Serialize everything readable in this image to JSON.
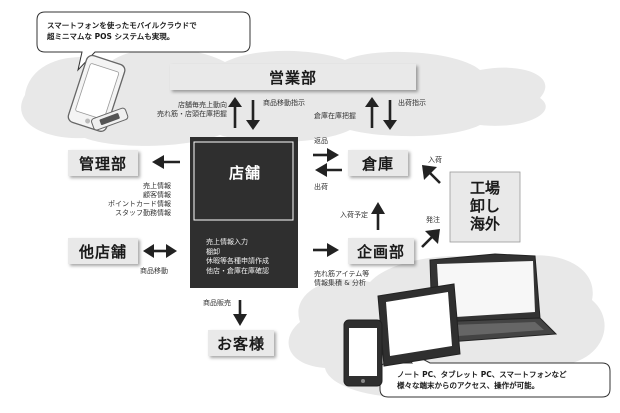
{
  "top_bubble": {
    "line1": "スマートフォンを使ったモバイルクラウドで",
    "line2": "超ミニマムな POS システムも実現。"
  },
  "bottom_bubble": {
    "line1": "ノート PC、タブレット PC、スマートフォンなど",
    "line2": "様々な端末からのアクセス、操作が可能。"
  },
  "boxes": {
    "sales_dept": "営業部",
    "management_dept": "管理部",
    "other_stores": "他店舗",
    "warehouse": "倉庫",
    "planning_dept": "企画部",
    "customers": "お客様",
    "store": "店舗",
    "factory": [
      "工場",
      "卸し",
      "海外"
    ]
  },
  "store_lines": [
    "売上情報入力",
    "棚卸",
    "休暇等各種申請作成",
    "他店・倉庫在庫確認"
  ],
  "labels": {
    "sales_left": [
      "店舗毎売上動向",
      "売れ筋・店頭在庫把握"
    ],
    "sales_right": "商品移動指示",
    "warehouse_stock": "倉庫在庫把握",
    "shipping_instruction": "出荷指示",
    "management_info": [
      "売上情報",
      "顧客情報",
      "ポイントカード情報",
      "スタッフ勤務情報"
    ],
    "product_move": "商品移動",
    "returns": "返品",
    "ship": "出荷",
    "arrival": "入荷",
    "arrival_plan": "入荷予定",
    "order": "発注",
    "planning_info": [
      "売れ筋アイテム等",
      "情報集積 & 分析"
    ],
    "product_sales": "商品販売"
  }
}
